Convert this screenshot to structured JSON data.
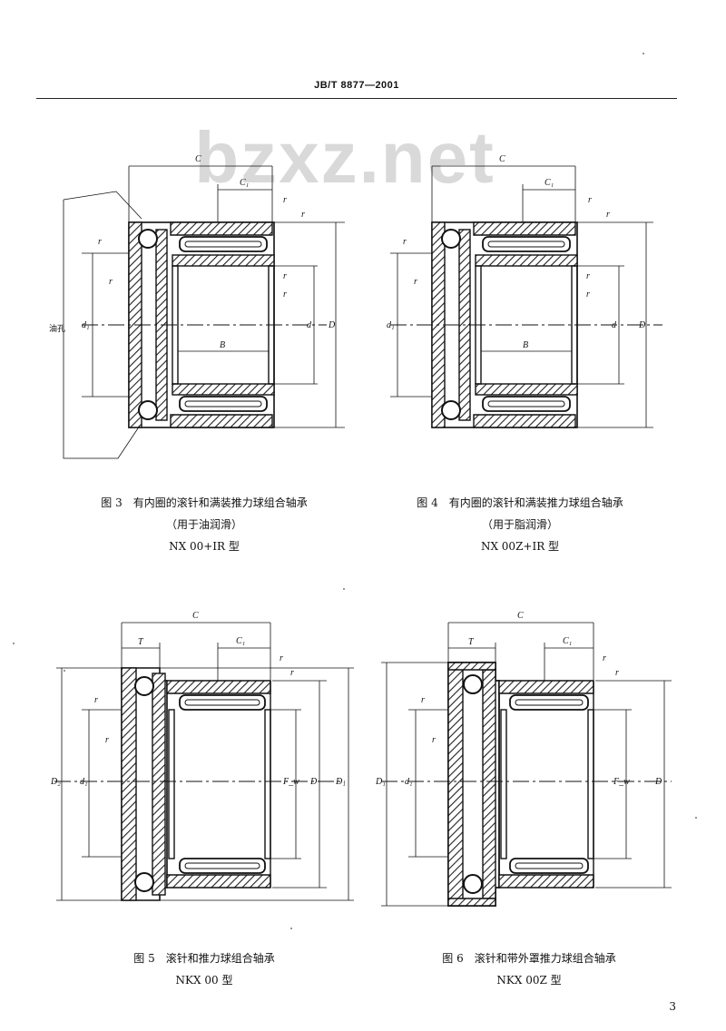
{
  "header": {
    "title": "JB/T 8877—2001"
  },
  "watermark": "bzxz.net",
  "figures": [
    {
      "labels": {
        "C": "C",
        "C1": "C₁",
        "r_top": "r",
        "r_tr": "r",
        "r_left": "r",
        "r_in": "r",
        "r_mid": "r",
        "r_right": "r",
        "d1": "d₁",
        "d": "d",
        "D": "D",
        "B": "B",
        "side": "油孔"
      },
      "caption": [
        "图 3　有内圈的滚针和满装推力球组合轴承",
        "（用于油润滑）",
        "NX 00+IR 型"
      ]
    },
    {
      "labels": {
        "C": "C",
        "C1": "C₁",
        "r_top": "r",
        "r_tr": "r",
        "r_left": "r",
        "r_in": "r",
        "r_mid": "r",
        "r_right": "r",
        "d1": "d₁",
        "d": "d",
        "D": "D",
        "B": "B"
      },
      "caption": [
        "图 4　有内圈的滚针和满装推力球组合轴承",
        "（用于脂润滑）",
        "NX 00Z+IR 型"
      ]
    },
    {
      "labels": {
        "C": "C",
        "T": "T",
        "C1": "C₁",
        "r_top": "r",
        "r_tr": "r",
        "r_left": "r",
        "r_in": "r",
        "d1": "d₁",
        "Fw": "F_w",
        "D": "D",
        "D1": "D₁",
        "D2": "D₂"
      },
      "caption": [
        "图 5　滚针和推力球组合轴承",
        "NKX 00 型"
      ]
    },
    {
      "labels": {
        "C": "C",
        "T": "T",
        "C1": "C₁",
        "r_top": "r",
        "r_tr": "r",
        "r_left": "r",
        "r_in": "r",
        "d1": "d₁",
        "Fw": "F_w",
        "D": "D",
        "D1": "D₁"
      },
      "caption": [
        "图 6　滚针和带外罩推力球组合轴承",
        "NKX 00Z 型"
      ]
    }
  ],
  "page_number": "3"
}
